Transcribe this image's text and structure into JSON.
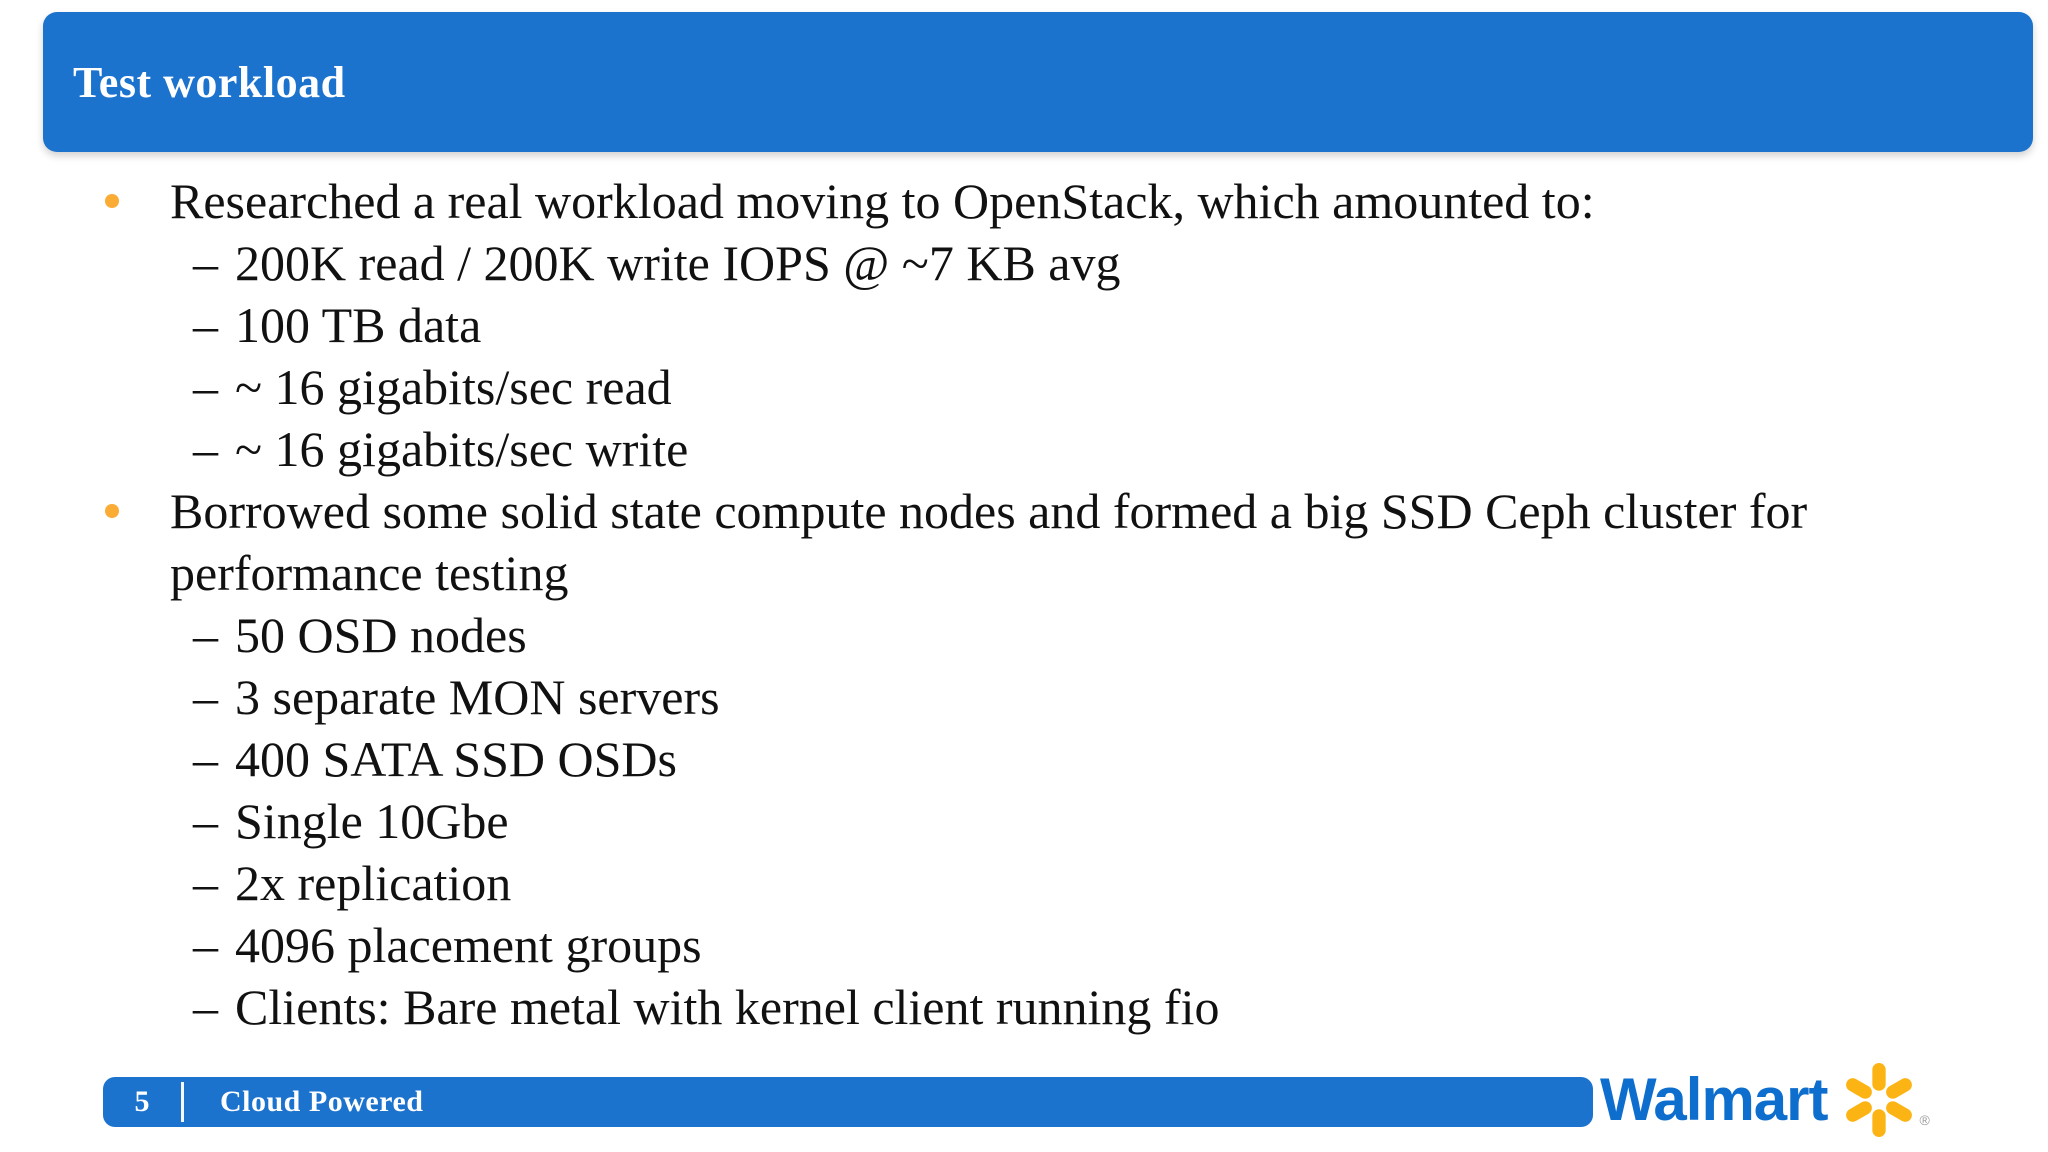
{
  "slide": {
    "title": "Test workload",
    "dash_marker": "–",
    "bullets": [
      {
        "level": 1,
        "text": "Researched a real workload moving to OpenStack, which amounted to:"
      },
      {
        "level": 2,
        "text": "200K read / 200K write IOPS @ ~7 KB avg"
      },
      {
        "level": 2,
        "text": "100 TB data"
      },
      {
        "level": 2,
        "text": "~ 16 gigabits/sec read"
      },
      {
        "level": 2,
        "text": "~ 16 gigabits/sec write"
      },
      {
        "level": 1,
        "text": "Borrowed some solid state compute nodes and formed a big SSD Ceph cluster for\nperformance testing"
      },
      {
        "level": 2,
        "text": "50 OSD nodes"
      },
      {
        "level": 2,
        "text": "3 separate MON servers"
      },
      {
        "level": 2,
        "text": "400 SATA SSD OSDs"
      },
      {
        "level": 2,
        "text": "Single 10Gbe"
      },
      {
        "level": 2,
        "text": "2x replication"
      },
      {
        "level": 2,
        "text": "4096 placement groups"
      },
      {
        "level": 2,
        "text": "Clients: Bare metal with kernel client running fio"
      }
    ],
    "footer": {
      "page_number": "5",
      "label": "Cloud Powered"
    },
    "logo": {
      "wordmark": "Walmart",
      "registered": "®"
    },
    "colors": {
      "bar_blue": "#1c73ce",
      "bullet_orange": "#fbac34",
      "logo_blue": "#0d6ecd",
      "spark_yellow": "#fcb415",
      "text_color": "#111111"
    }
  }
}
